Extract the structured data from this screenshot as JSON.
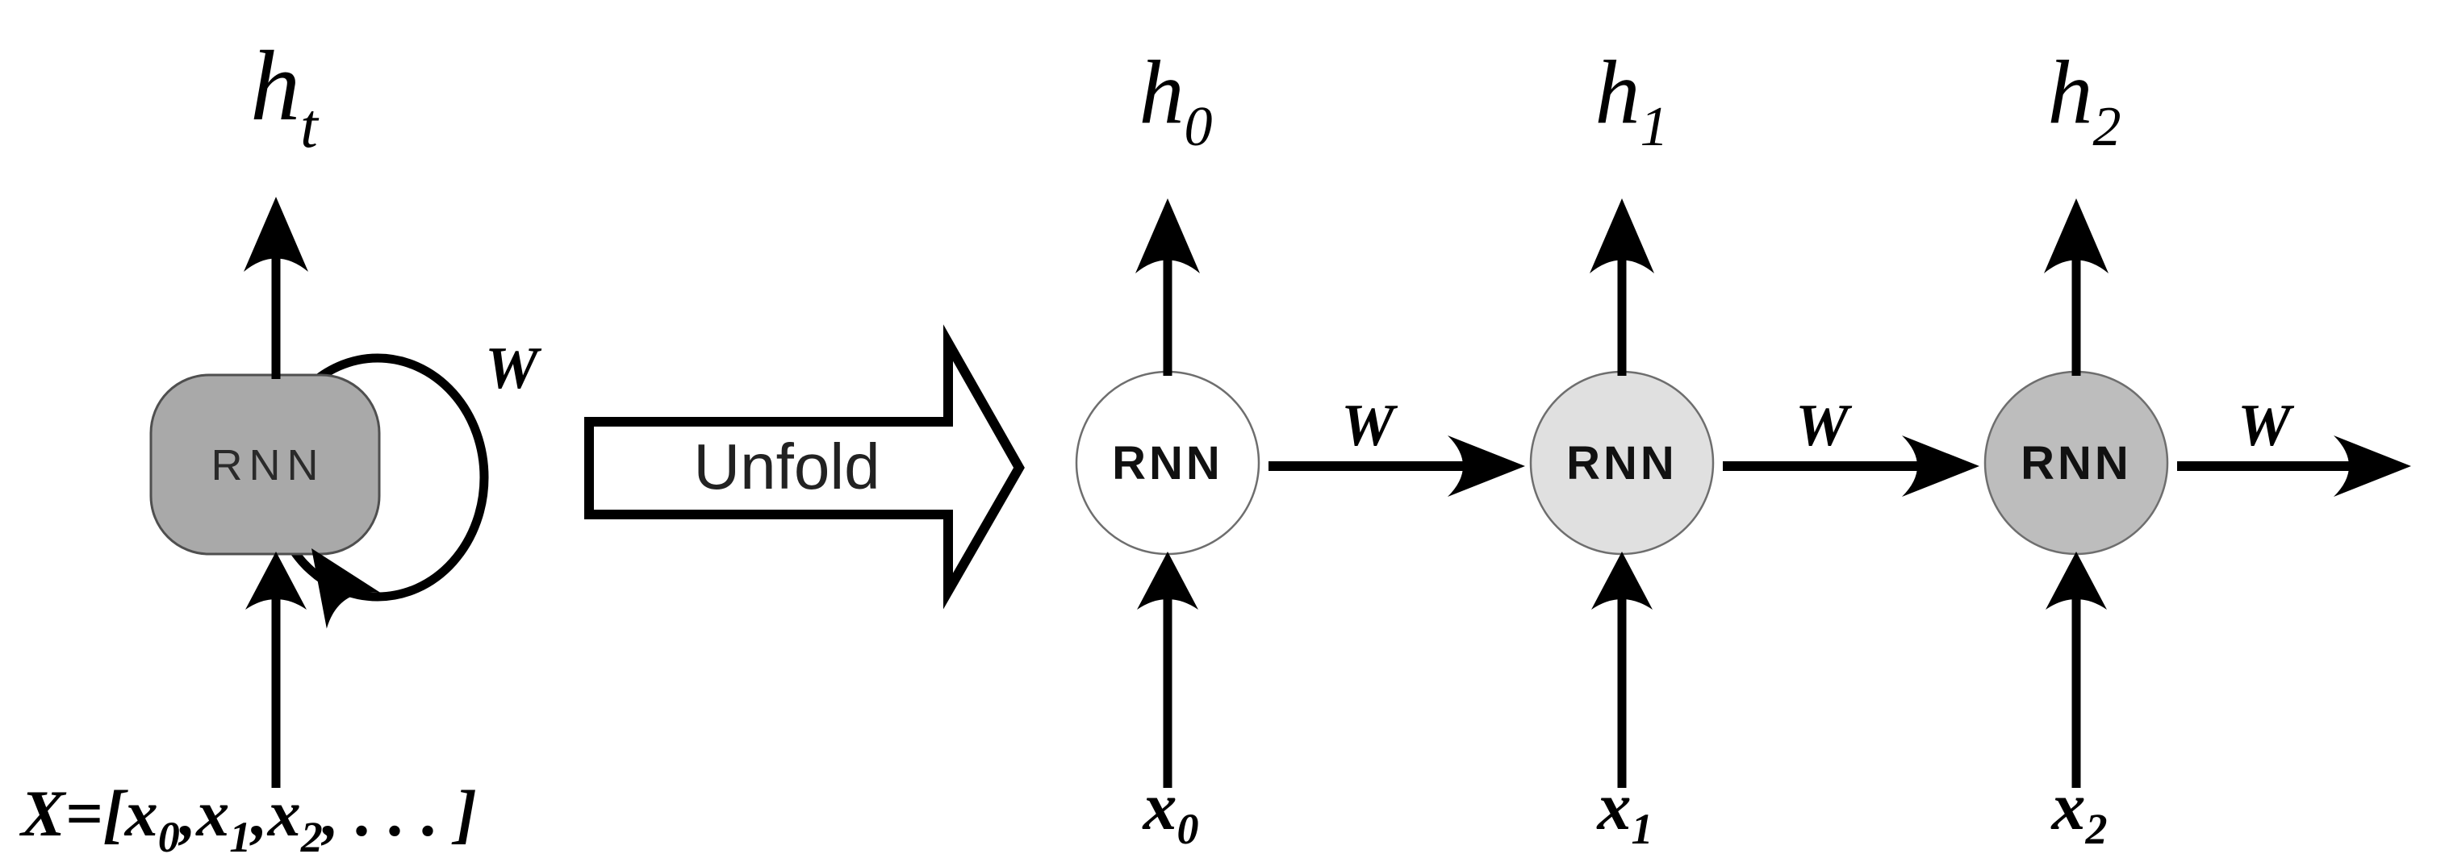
{
  "diagram": {
    "background": "#ffffff",
    "arrow_color": "#000000",
    "folded": {
      "node_label": "RNN",
      "node_fill": "#a9a9a9",
      "node_border": "#4f4f4f",
      "weight_label": "W",
      "output_main": "h",
      "output_sub": "t",
      "seq_parts": [
        "X=[",
        "x",
        "0",
        ",",
        "x",
        "1",
        ",",
        "x",
        "2",
        ", . . . ]"
      ]
    },
    "unfold": {
      "label": "Unfold",
      "fill": "#ffffff",
      "border": "#000000"
    },
    "cells": [
      {
        "node_label": "RNN",
        "node_fill": "#ffffff",
        "node_border": "#6e6e6e",
        "h_main": "h",
        "h_sub": "0",
        "x_main": "x",
        "x_sub": "0",
        "weight_label": "W"
      },
      {
        "node_label": "RNN",
        "node_fill": "#e0e0e0",
        "node_border": "#6e6e6e",
        "h_main": "h",
        "h_sub": "1",
        "x_main": "x",
        "x_sub": "1",
        "weight_label": "W"
      },
      {
        "node_label": "RNN",
        "node_fill": "#bdbdbd",
        "node_border": "#6e6e6e",
        "h_main": "h",
        "h_sub": "2",
        "x_main": "x",
        "x_sub": "2",
        "weight_label": "W"
      }
    ]
  }
}
